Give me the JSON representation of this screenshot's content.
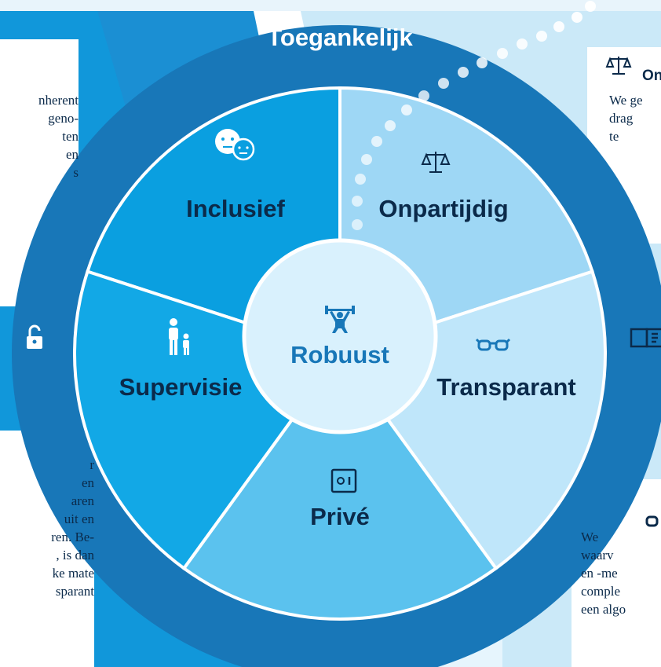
{
  "diagram": {
    "ring_label": "Toegankelijk",
    "center_label": "Robuust",
    "segments": [
      {
        "label": "Inclusief",
        "icon": "faces-icon"
      },
      {
        "label": "Onpartijdig",
        "icon": "scales-icon"
      },
      {
        "label": "Transparant",
        "icon": "glasses-icon"
      },
      {
        "label": "Privé",
        "icon": "safe-icon"
      },
      {
        "label": "Supervisie",
        "icon": "adult-child-icon"
      }
    ],
    "center_icon": "weightlifter-icon",
    "ring_icons": [
      "padlock-icon",
      "book-icon"
    ]
  },
  "side_text": {
    "left_top": [
      "nherent",
      "geno-",
      "ten",
      "en",
      "s"
    ],
    "left_bottom": [
      "r",
      "en",
      "aren",
      "uit en",
      "ren. Be-",
      ", is dan",
      "ke mate",
      "sparant"
    ],
    "right_top_heading": "On",
    "right_top": [
      "We ge",
      "drag",
      "te"
    ],
    "right_bottom": [
      "We",
      "waarv",
      "en -me",
      "comple",
      "een algo"
    ]
  },
  "colors": {
    "ring": "#1877b8",
    "inclusief": "#0a9fe0",
    "onpartijdig": "#9ed7f5",
    "transparant": "#bfe6fa",
    "prive": "#5bc2ee",
    "supervisie": "#12a8e6",
    "center": "#d9f1fd",
    "label_text": "#0b2a4a",
    "center_text": "#1877b8",
    "left_band": "#1a8fd4",
    "right_band": "#cbe9f8"
  }
}
